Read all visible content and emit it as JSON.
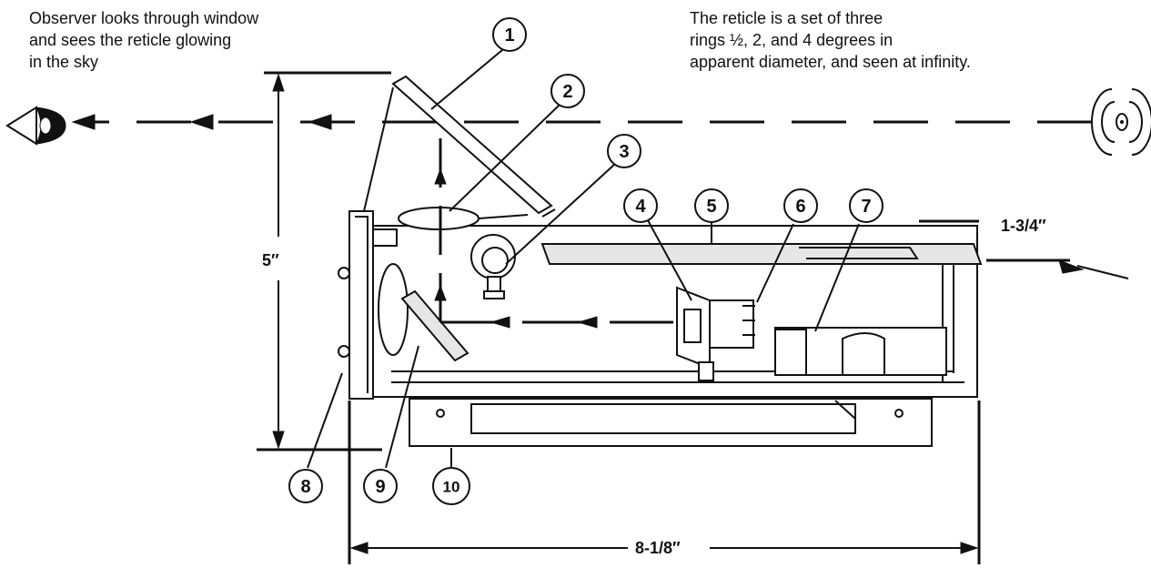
{
  "notes": {
    "observer": [
      "Observer looks through window",
      "and sees the reticle glowing",
      "in the sky"
    ],
    "reticle": [
      "The reticle is a set of three",
      "rings ½, 2, and 4 degrees in",
      "apparent diameter, and seen at infinity."
    ]
  },
  "dimensions": {
    "height": "5″",
    "width": "8-1/8″",
    "depth": "1-3/4″"
  },
  "callouts": [
    "1",
    "2",
    "3",
    "4",
    "5",
    "6",
    "7",
    "8",
    "9",
    "10"
  ]
}
